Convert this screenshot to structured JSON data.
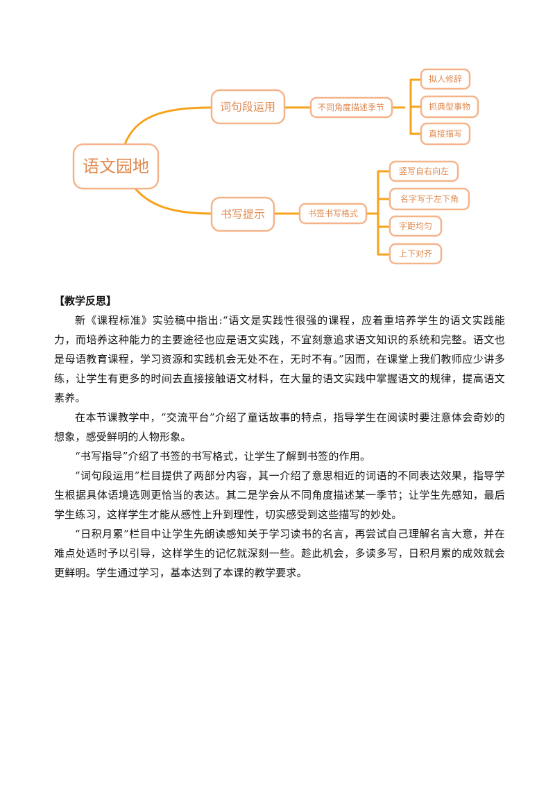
{
  "mindmap": {
    "root": "语文园地",
    "colors": {
      "line": "#f7a21b",
      "node_border": "#f4b48a",
      "node_text": "#e0894f"
    },
    "branch_top": {
      "label": "词句段运用",
      "child": "不同角度描述季节",
      "leaves": [
        "拟人修辞",
        "抓典型事物",
        "直接描写"
      ]
    },
    "branch_bottom": {
      "label": "书写提示",
      "child": "书签书写格式",
      "leaves": [
        "竖写自右向左",
        "名字写于左下角",
        "字距均匀",
        "上下对齐"
      ]
    }
  },
  "reflection": {
    "title": "【教学反思】",
    "paragraphs": [
      "新《课程标准》实验稿中指出:“语文是实践性很强的课程，应着重培养学生的语文实践能力，而培养这种能力的主要途径也应是语文实践，不宜刻意追求语文知识的系统和完整。语文也是母语教育课程，学习资源和实践机会无处不在，无时不有。”因而，在课堂上我们教师应少讲多练，让学生有更多的时间去直接接触语文材料，在大量的语文实践中掌握语文的规律，提高语文素养。",
      "在本节课教学中，“交流平台”介绍了童话故事的特点，指导学生在阅读时要注意体会奇妙的想象，感受鲜明的人物形象。",
      "“书写指导”介绍了书签的书写格式，让学生了解到书签的作用。",
      "“词句段运用”栏目提供了两部分内容，其一介绍了意思相近的词语的不同表达效果，指导学生根据具体语境选则更恰当的表达。其二是学会从不同角度描述某一季节；让学生先感知，最后学生练习，这样学生才能从感性上升到理性，切实感受到这些描写的妙处。",
      "“日积月累”栏目中让学生先朗读感知关于学习读书的名言，再尝试自己理解名言大意，并在难点处适时予以引导，这样学生的记忆就深刻一些。趁此机会，多读多写，日积月累的成效就会更鲜明。学生通过学习，基本达到了本课的教学要求。"
    ]
  }
}
